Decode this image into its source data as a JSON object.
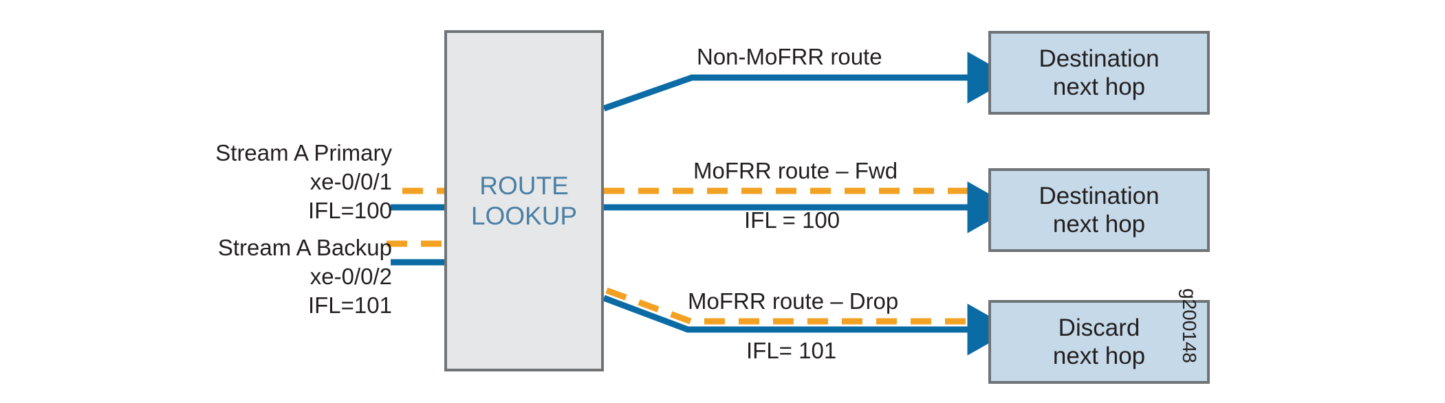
{
  "figure": {
    "id_watermark": "g200148",
    "colors": {
      "primary_solid_line": "#0b6ba5",
      "backup_dashed_line": "#f2a122",
      "lookup_box_fill": "#e6e7e8",
      "lookup_box_text": "#4a7fa5",
      "nexthop_box_fill": "#c5d9e8",
      "box_border": "#6e7376",
      "text": "#231f20"
    }
  },
  "inputs": {
    "primary": {
      "line1": "Stream A Primary",
      "line2": "xe-0/0/1",
      "line3": "IFL=100"
    },
    "backup": {
      "line1": "Stream A Backup",
      "line2": "xe-0/0/2",
      "line3": "IFL=101"
    }
  },
  "lookup": {
    "line1": "ROUTE",
    "line2": "LOOKUP"
  },
  "routes": {
    "non_mofrr": {
      "label": "Non-MoFRR route"
    },
    "mofrr_fwd": {
      "label": "MoFRR route – Fwd",
      "ifl": "IFL = 100"
    },
    "mofrr_drop": {
      "label": "MoFRR route – Drop",
      "ifl": "IFL= 101"
    }
  },
  "nexthops": {
    "top": {
      "line1": "Destination",
      "line2": "next hop"
    },
    "middle": {
      "line1": "Destination",
      "line2": "next hop"
    },
    "bottom": {
      "line1": "Discard",
      "line2": "next hop"
    }
  }
}
